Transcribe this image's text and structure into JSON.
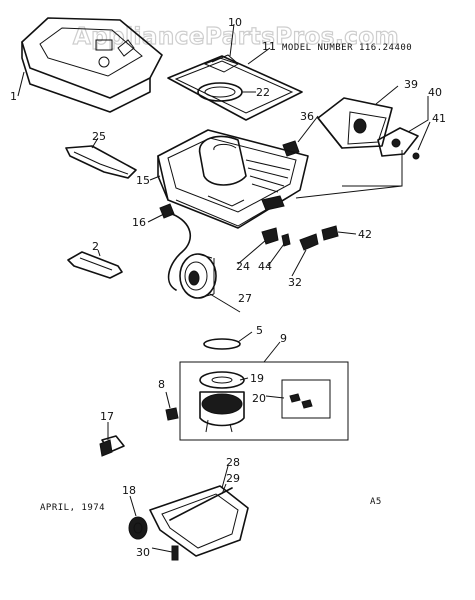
{
  "watermark": "AppliancePartsPros.com",
  "model_number": "MODEL NUMBER 116.24400",
  "date": "APRIL, 1974",
  "page_code": "A5",
  "callouts": {
    "c1": "1",
    "c2": "2",
    "c5": "5",
    "c8": "8",
    "c9": "9",
    "c10": "10",
    "c11": "11",
    "c15": "15",
    "c16": "16",
    "c17": "17",
    "c18": "18",
    "c19": "19",
    "c20": "20",
    "c22": "22",
    "c24": "24",
    "c25": "25",
    "c27": "27",
    "c28": "28",
    "c29": "29",
    "c30": "30",
    "c32": "32",
    "c36": "36",
    "c39": "39",
    "c40": "40",
    "c41": "41",
    "c42": "42",
    "c44": "44"
  }
}
